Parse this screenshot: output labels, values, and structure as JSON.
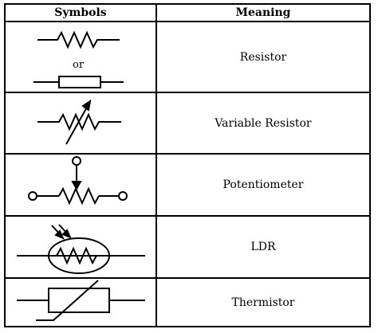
{
  "headers": {
    "symbols": "Symbols",
    "meaning": "Meaning"
  },
  "rows": [
    {
      "meaning": "Resistor",
      "or_label": "or"
    },
    {
      "meaning": "Variable Resistor"
    },
    {
      "meaning": "Potentiometer"
    },
    {
      "meaning": "LDR"
    },
    {
      "meaning": "Thermistor"
    }
  ]
}
